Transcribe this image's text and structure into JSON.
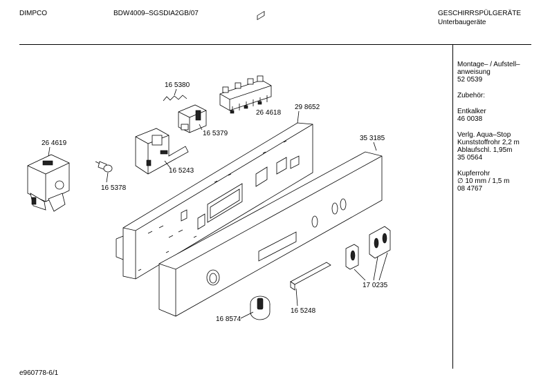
{
  "header": {
    "brand": "DIMPCO",
    "model": "BDW4009–SGSDIA2GB/07",
    "category": "GESCHIRRSPÜLGERÄTE",
    "subcategory": "Unterbaugeräte"
  },
  "sidebar": {
    "blocks": [
      {
        "lines": [
          "Montage– / Aufstell–",
          "anweisung",
          "52 0539"
        ]
      },
      {
        "lines": [
          "Zubehör:"
        ]
      },
      {
        "lines": [
          "Entkalker",
          "46 0038"
        ]
      },
      {
        "lines": [
          "Verlg. Aqua–Stop",
          "Kunststoffrohr 2,2 m",
          "Ablaufschl. 1,95m",
          "35 0564"
        ]
      },
      {
        "lines": [
          "Kupferrohr",
          "∅ 10 mm / 1,5 m",
          "08 4767"
        ]
      }
    ]
  },
  "parts": {
    "p165380": "16 5380",
    "p264618": "26 4618",
    "p165379": "16 5379",
    "p298652": "29 8652",
    "p264619": "26 4619",
    "p165243": "16 5243",
    "p165378": "16 5378",
    "p353185": "35 3185",
    "p170235": "17 0235",
    "p165248": "16 5248",
    "p168574": "16 8574"
  },
  "footer": {
    "code": "e960778-6/1"
  }
}
